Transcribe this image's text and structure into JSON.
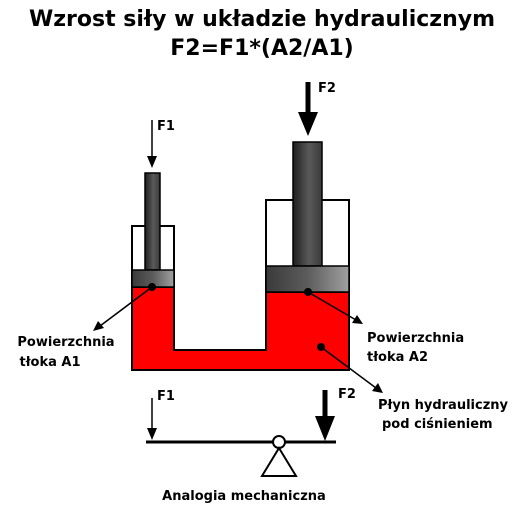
{
  "title": {
    "line1": "Wzrost siły w układzie hydraulicznym",
    "line2": "F2=F1*(A2/A1)"
  },
  "forces": {
    "f1": "F1",
    "f2": "F2"
  },
  "labels": {
    "surface_a1_line1": "Powierzchnia",
    "surface_a1_line2": "tłoka A1",
    "surface_a2_line1": "Powierzchnia",
    "surface_a2_line2": "tłoka A2",
    "fluid_line1": "Płyn hydrauliczny",
    "fluid_line2": "pod ciśnieniem"
  },
  "lever": {
    "caption": "Analogia mechaniczna"
  },
  "colors": {
    "fluid": "#ff0000",
    "piston_dark": "#2a2a2a",
    "piston_light": "#8a8a8a",
    "outline": "#000000"
  }
}
